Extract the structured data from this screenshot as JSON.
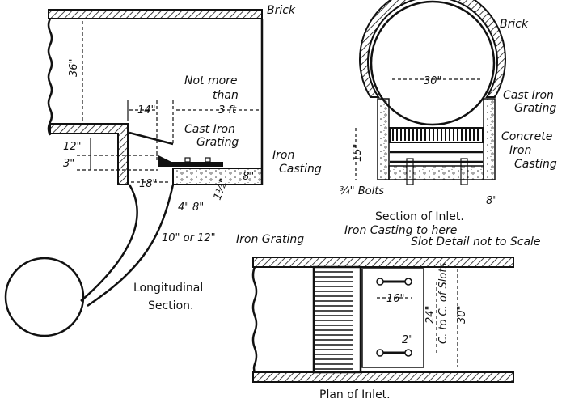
{
  "longitudinal_section": {
    "caption_line1": "Longitudinal",
    "caption_line2": "Section.",
    "label_brick": "Brick",
    "dim_height": "36\"",
    "label_not_more_than_1": "Not more",
    "label_not_more_than_2": "than",
    "dim_3ft": "3 ft",
    "dim_14": "14\"",
    "label_cast_iron_grating_1": "Cast Iron",
    "label_cast_iron_grating_2": "Grating",
    "label_iron_casting_1": "Iron",
    "label_iron_casting_2": "Casting",
    "dim_12": "12\"",
    "dim_3": "3\"",
    "dim_18": "18\"",
    "dim_4": "4\"",
    "dim_8": "8\"",
    "dim_1_5": "1½\"",
    "dim_8_side": "8\"",
    "dim_pipe": "10\" or 12\""
  },
  "section_of_inlet": {
    "caption": "Section of Inlet.",
    "label_brick": "Brick",
    "dim_30": "30\"",
    "label_cast_iron_grating_1": "Cast Iron",
    "label_cast_iron_grating_2": "Grating",
    "label_concrete": "Concrete",
    "label_iron_casting_1": "Iron",
    "label_iron_casting_2": "Casting",
    "dim_15": "15\"",
    "label_bolts": "¾\" Bolts",
    "dim_8": "8\""
  },
  "plan_of_inlet": {
    "caption": "Plan of Inlet.",
    "label_iron_grating": "Iron Grating",
    "label_iron_casting_to_here": "Iron Casting to here",
    "label_slot_detail": "Slot Detail not to Scale",
    "dim_16": "16\"",
    "dim_24": "24\"",
    "label_c_to_c": "C. to C. of Slots",
    "dim_30": "30\"",
    "dim_2": "2\""
  }
}
